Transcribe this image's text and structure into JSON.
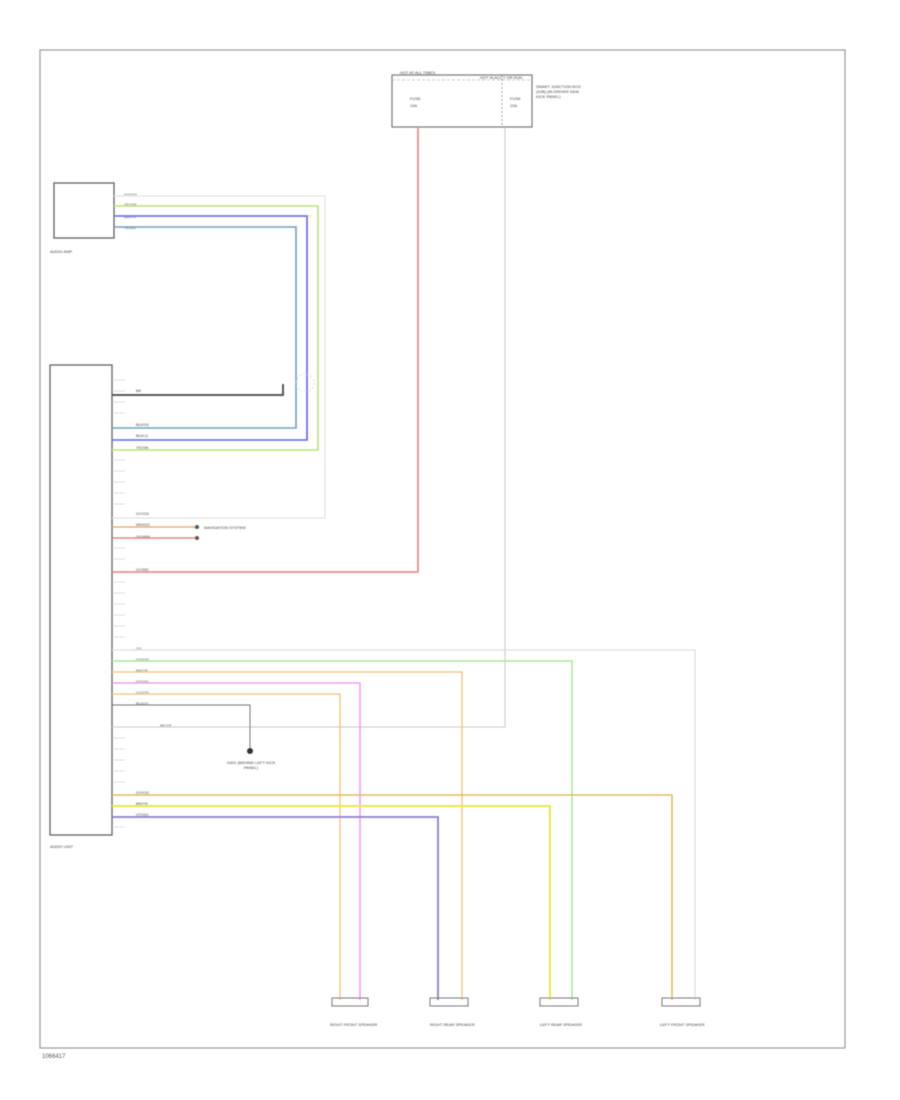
{
  "footer": {
    "code": "1066417"
  },
  "components": {
    "audio_unit": "AUDIO UNIT",
    "audio_amp": "AUDIO AMP",
    "fuse_box": "HOT AT ALL TIMES",
    "fuse_right": "HOT IN ACCY OR RUN",
    "fuse_a": {
      "name": "FUSE",
      "amps": "15A"
    },
    "fuse_b": {
      "name": "FUSE",
      "amps": "15A"
    },
    "fuse_note": "SMART JUNCTION BOX (SJB) (IN DRIVER SIDE KICK PANEL)",
    "navigation": "NAVIGATION SYSTEM",
    "ground": "G301 (BEHIND LEFT KICK PANEL)",
    "speakers": [
      "RIGHT FRONT SPEAKER",
      "RIGHT REAR SPEAKER",
      "LEFT REAR SPEAKER",
      "LEFT FRONT SPEAKER"
    ]
  },
  "wires": {
    "amp": [
      "GY/OG",
      "YE/GN",
      "BU/LG",
      "YE/BU"
    ],
    "unit_black": "BK",
    "unit_amp": [
      "BU/OG",
      "BU/LG",
      "YE/GN"
    ],
    "nav": [
      "GY/OG",
      "WH/OG",
      "OG/WH"
    ],
    "power": "GY/RD",
    "speaker": [
      "GY",
      "GY/OG",
      "BN/YE",
      "VT/OG",
      "GY/OG",
      "BU/GY"
    ],
    "ground": "BK/YE",
    "lower": [
      "GY/OG",
      "BN/YE",
      "VT/OG"
    ]
  }
}
